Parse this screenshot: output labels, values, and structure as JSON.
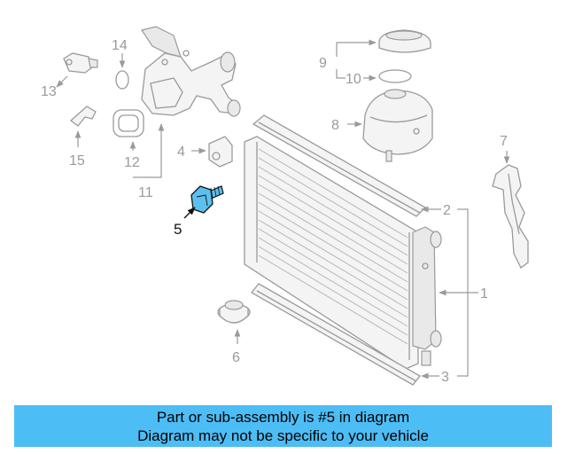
{
  "diagram": {
    "highlight_color": "#5bc0f0",
    "callouts": [
      "1",
      "2",
      "3",
      "4",
      "5",
      "6",
      "7",
      "8",
      "9",
      "10",
      "11",
      "12",
      "13",
      "14",
      "15"
    ],
    "highlighted_callout": "5"
  },
  "banner": {
    "line1": "Part or sub-assembly is #5 in diagram",
    "line2": "Diagram may not be specific to your vehicle",
    "color": "#4dbdf5"
  }
}
